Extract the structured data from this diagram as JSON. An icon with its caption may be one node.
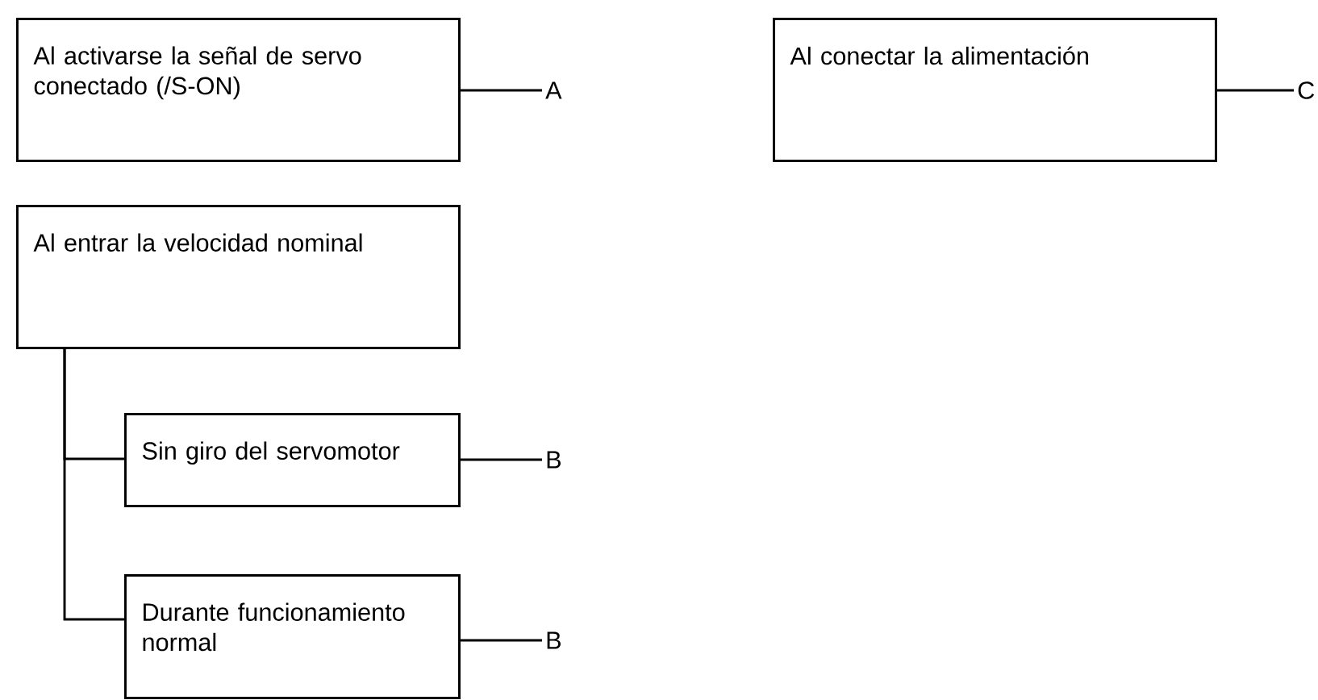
{
  "diagram": {
    "nodes": [
      {
        "text": [
          "Al activarse la señal de servo conectado (/S-ON)"
        ]
      },
      {
        "text": [
          "A"
        ]
      },
      {
        "text": [
          "Al conectar la alimentación"
        ]
      },
      {
        "text": [
          "C"
        ]
      },
      {
        "text": [
          "Al entrar la velocidad nominal"
        ]
      },
      {
        "text": [
          "Sin giro del servomotor"
        ]
      },
      {
        "text": [
          "B"
        ]
      },
      {
        "text": [
          "Durante funcionamiento normal"
        ]
      },
      {
        "text": [
          "B"
        ]
      }
    ],
    "edges": [
      {
        "from": 0,
        "to": 1,
        "arrow": "none"
      },
      {
        "from": 2,
        "to": 3,
        "arrow": "none"
      },
      {
        "from": 4,
        "to": 5,
        "arrow": "none"
      },
      {
        "from": 4,
        "to": 7,
        "arrow": "none"
      },
      {
        "from": 5,
        "to": 6,
        "arrow": "none"
      },
      {
        "from": 7,
        "to": 8,
        "arrow": "none"
      }
    ]
  }
}
